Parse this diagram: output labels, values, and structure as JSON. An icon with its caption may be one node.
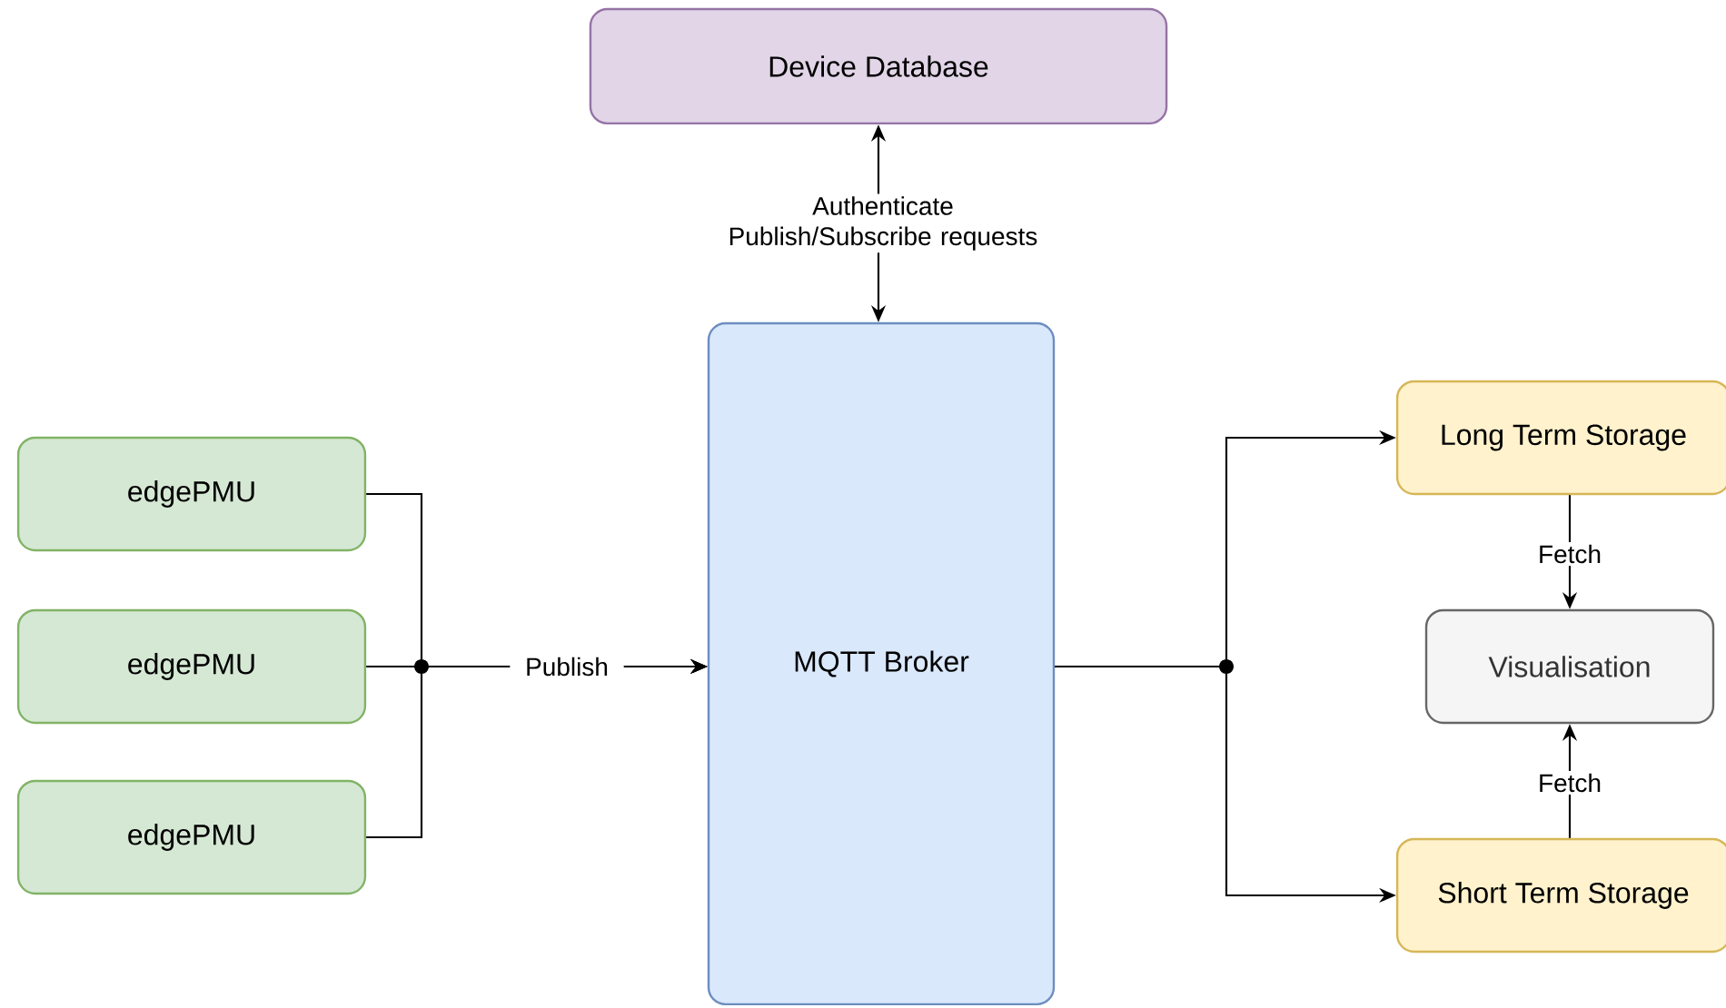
{
  "diagram": {
    "nodes": [
      {
        "text": [
          "Device Database"
        ]
      },
      {
        "text": [
          "MQTT Broker"
        ]
      },
      {
        "text": [
          "edgePMU"
        ]
      },
      {
        "text": [
          "edgePMU"
        ]
      },
      {
        "text": [
          "edgePMU"
        ]
      },
      {
        "text": [
          "Long Term Storage"
        ]
      },
      {
        "text": [
          "Visualisation"
        ]
      },
      {
        "text": [
          "Short Term Storage"
        ]
      }
    ],
    "edges": [
      {
        "from": 2,
        "to": 1,
        "arrow": "to"
      },
      {
        "from": 3,
        "to": 1,
        "arrow": "to",
        "label": "Publish"
      },
      {
        "from": 4,
        "to": 1,
        "arrow": "to"
      },
      {
        "from": 1,
        "to": 5,
        "arrow": "to"
      },
      {
        "from": 1,
        "to": 7,
        "arrow": "to"
      },
      {
        "from": 0,
        "to": 1,
        "arrow": "both",
        "label": "Authenticate Publish/Subscribe requests"
      },
      {
        "from": 5,
        "to": 6,
        "arrow": "to",
        "label": "Fetch"
      },
      {
        "from": 7,
        "to": 6,
        "arrow": "to",
        "label": "Fetch"
      }
    ]
  }
}
